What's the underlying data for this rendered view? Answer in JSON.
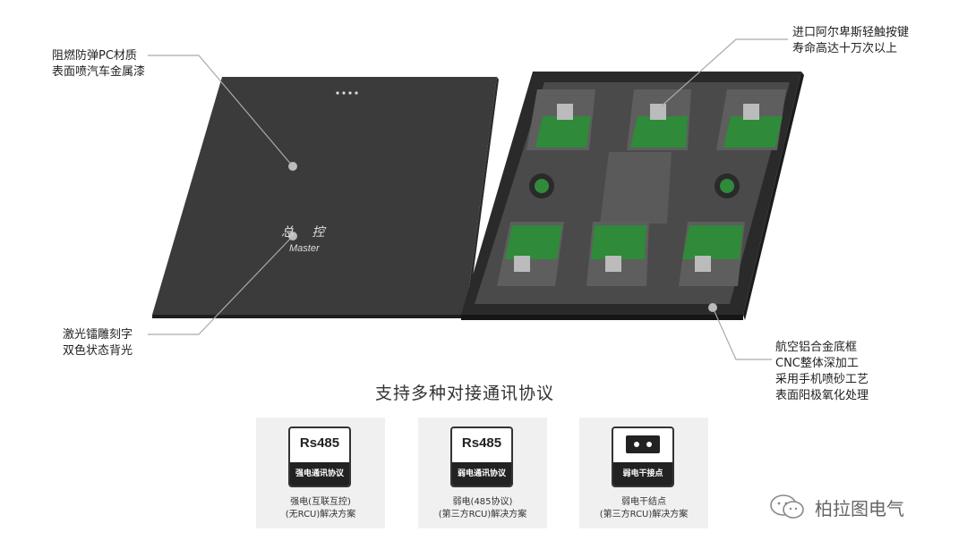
{
  "callouts": {
    "top_left": [
      "阻燃防弹PC材质",
      "表面喷汽车金属漆"
    ],
    "bottom_left": [
      "激光镭雕刻字",
      "双色状态背光"
    ],
    "top_right": [
      "进口阿尔卑斯轻触按键",
      "寿命高达十万次以上"
    ],
    "bottom_right": [
      "航空铝合金底框",
      "CNC整体深加工",
      "采用手机喷砂工艺",
      "表面阳极氧化处理"
    ]
  },
  "panel": {
    "label_cn": "总 控",
    "label_en": "Master"
  },
  "protocol": {
    "title": "支持多种对接通讯协议",
    "cards": [
      {
        "code": "Rs485",
        "band": "强电通讯协议",
        "desc1": "强电(互联互控)",
        "desc2": "(无RCU)解决方案"
      },
      {
        "code": "Rs485",
        "band": "弱电通讯协议",
        "desc1": "弱电(485协议)",
        "desc2": "(第三方RCU)解决方案"
      },
      {
        "code": "",
        "band": "弱电干接点",
        "desc1": "弱电干结点",
        "desc2": "(第三方RCU)解决方案"
      }
    ]
  },
  "brand": {
    "name": "柏拉图电气"
  },
  "colors": {
    "panel": "#3a3a3a",
    "frame": "#2b2b2b",
    "pcb": "#2f8a3a",
    "leader": "#aaaaaa"
  }
}
